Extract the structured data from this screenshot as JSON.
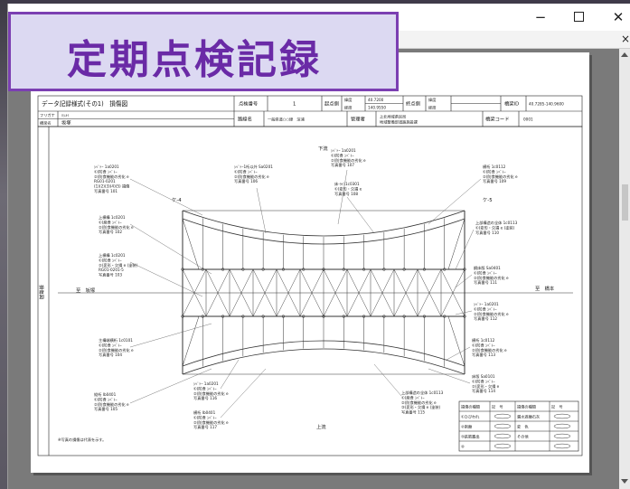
{
  "title_card": {
    "text": "定期点検記録"
  },
  "window": {
    "min_glyph": "−",
    "close_glyph": "✕",
    "strip_close": "×"
  },
  "header": {
    "form_name": "データ記録様式(その1)　損傷図",
    "label_bridge_no": "点検番号",
    "bridge_no_value": "1",
    "label_start_pos": "起点側",
    "start_lat_label": "緯度",
    "start_lat": "40.7200",
    "start_lon_label": "経度",
    "start_lon": "140.9550",
    "label_end_pos": "終点側",
    "end_lat_label": "緯度",
    "end_lon_label": "経度",
    "label_bridge_id": "橋梁ID",
    "bridge_id": "40.7285-140.9600",
    "label_furigana": "フリガナ",
    "furigana": "ﾊｼﾒｲ",
    "label_bridge_name": "橋梁名",
    "bridge_name": "坂塚",
    "label_route": "路線名",
    "route": "一般県道○○線　深浦",
    "label_manager": "管理者",
    "manager": "上北地域県民局\n地域整備部道路施設課",
    "label_code": "橋梁コード",
    "code": "0001"
  },
  "drawing": {
    "side_label": "損傷図",
    "label_up": "下流",
    "label_down": "上流",
    "dir_left": "至　坂塚",
    "dir_right": "至　橋本",
    "member_g4": "ケ-4",
    "member_g5": "ケ-5",
    "footnote": "※写真の損傷は代表を示す。",
    "notes_left": [
      [
        "ｼﾍﾞﾄｰ 1a0201",
        "①)防食 ｼﾍﾞﾄｰ",
        "②)防食機能の劣化 e",
        "RG01-0201",
        "(1)(2)(3)(4)(5) 損傷",
        "写真番号 101"
      ],
      [
        "上横構 1c0201",
        "①)腐食 ｼﾍﾞﾄｰ",
        "②)防食機能の劣化 e",
        "写真番号 102"
      ],
      [
        "上横構 1c0201",
        "①)防食 ｼﾍﾞﾄｰ",
        "②)変形・欠損 e (塗装)",
        "RG01-0201-5",
        "写真番号 103"
      ],
      [
        "主構端横桁 1c0101",
        "①)防食 ｼﾍﾞﾄｰ",
        "②)防食機能の劣化 e",
        "写真番号 104"
      ],
      [
        "縦桁 Ib0401",
        "①)防食 ｼﾍﾞﾄｰ",
        "②)防食機能の劣化 e",
        "写真番号 105"
      ]
    ],
    "notes_center": [
      [
        "ｼﾍﾞﾄｰ1桁以外 Sa0201",
        "①)防食 ｼﾍﾞﾄｰ",
        "②)防食機能の劣化 e",
        "写真番号 106"
      ],
      [
        "ｼﾍﾞﾄｰ 1a0201",
        "①)防食 ｼﾍﾞﾄｰ",
        "②)防食機能の劣化 e",
        "写真番号 107"
      ],
      [
        "床-ﾗｲﾝ1c0301",
        "①)変形・欠損 e",
        "写真番号 108"
      ]
    ],
    "notes_right": [
      [
        "横桁 1c0112",
        "①)防食 ｼﾍﾞﾄｰ",
        "②)防食機能の劣化 e",
        "写真番号 109"
      ],
      [
        "上部構造の全体 1c0113",
        "①)変形・欠損 e (塗装)",
        "写真番号 110"
      ],
      [
        "鋼床版 Sa0401",
        "①)防食 ｼﾍﾞﾄｰ",
        "②)防食機能の劣化 e",
        "写真番号 111"
      ],
      [
        "ｼﾍﾞﾄｰ 1a0201",
        "①)防食 ｼﾍﾞﾄｰ",
        "②)防食機能の劣化 e",
        "写真番号 112"
      ],
      [
        "横桁 1c0112",
        "①)防食 ｼﾍﾞﾄｰ",
        "②)防食機能の劣化 e",
        "写真番号 113"
      ],
      [
        "床版 Sa0101",
        "①)防食 ｼﾍﾞﾄｰ",
        "②)変形・欠損 e",
        "写真番号 114"
      ]
    ],
    "notes_bottom": [
      [
        "上部構造の全体 1c0113",
        "①)腐食 ｼﾍﾞﾄｰ",
        "②)防食機能の劣化 e",
        "③)変形・欠損 e (塗装)",
        "写真番号 115"
      ],
      [
        "ｼﾍﾞﾄｰ 1a0201",
        "①)防食 ｼﾍﾞﾄｰ",
        "②)防食機能の劣化 e",
        "写真番号 116"
      ],
      [
        "横桁 Ib0401",
        "①)防食 ｼﾍﾞﾄｰ",
        "②)防食機能の劣化 e",
        "写真番号 117"
      ]
    ],
    "legend": {
      "headers": [
        "損傷の種類",
        "記　号",
        "損傷の種類",
        "記　号"
      ],
      "rows": [
        [
          "①ひびわれ",
          "",
          "漏水遊離石灰",
          ""
        ],
        [
          "②剥離",
          "",
          "変　色",
          ""
        ],
        [
          "③鉄筋露出",
          "",
          "その他",
          ""
        ],
        [
          "④",
          "",
          "",
          ""
        ]
      ]
    }
  }
}
